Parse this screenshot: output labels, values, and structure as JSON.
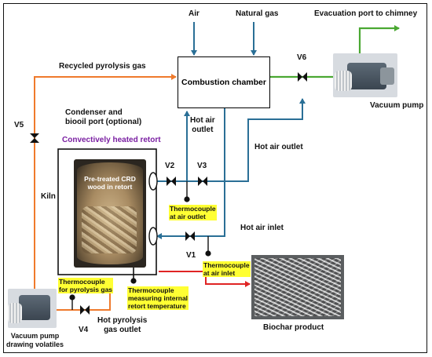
{
  "labels": {
    "air": "Air",
    "natural_gas": "Natural gas",
    "evacuation": "Evacuation port to chimney",
    "recycled_gas": "Recycled pyrolysis gas",
    "combustion_chamber": "Combustion chamber",
    "v6": "V6",
    "vacuum_pump": "Vacuum pump",
    "condenser": "Condenser and\nbiooil port (optional)",
    "v5": "V5",
    "retort_title": "Convectively heated retort",
    "hot_air_outlet_top": "Hot air\noutlet",
    "hot_air_outlet_right": "Hot air outlet",
    "v2": "V2",
    "v3": "V3",
    "retort_photo": "Pre-treated CRD\nwood in retort",
    "kiln": "Kiln",
    "tc_air_outlet": "Thermocouple\nat air outlet",
    "hot_air_inlet": "Hot air inlet",
    "v1": "V1",
    "tc_air_inlet": "Thermocouple\nat air inlet",
    "tc_pyrolysis": "Thermocouple\nfor pyrolysis gas",
    "tc_internal": "Thermocouple\nmeasuring internal\nretort temperature",
    "v4": "V4",
    "hot_pyrolysis_outlet": "Hot pyrolysis\ngas outlet",
    "biochar": "Biochar product",
    "vacuum_pump_volatiles": "Vacuum pump\ndrawing volatiles"
  },
  "colors": {
    "air_line": "#2a6f96",
    "gas_line": "#ef7a2c",
    "exhaust_line": "#4aa832",
    "biochar_line": "#e02424",
    "highlight": "#ffff33",
    "retort_title": "#7a1fa2"
  }
}
